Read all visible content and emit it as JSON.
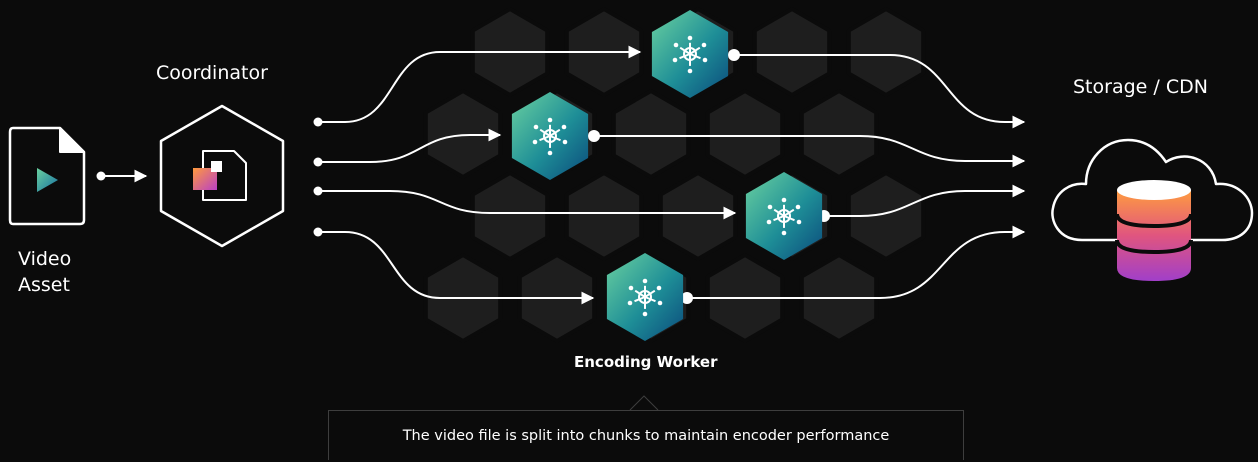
{
  "labels": {
    "video_line1": "Video",
    "video_line2": "Asset",
    "coordinator": "Coordinator",
    "storage": "Storage / CDN",
    "worker": "Encoding Worker"
  },
  "caption": "The video file is split into chunks to maintain encoder performance",
  "colors": {
    "background": "#0b0b0b",
    "honeycomb": "#1f1f1f",
    "worker_gradient": [
      "#62c99b",
      "#1c8f96",
      "#0c4f7d"
    ],
    "coordinator_accent": [
      "#ff9a3d",
      "#c146c4"
    ],
    "storage_gradient": [
      "#ff9c3f",
      "#e05c8a",
      "#a23fc8"
    ],
    "line": "#ffffff"
  },
  "icons": {
    "video": "play-file-icon",
    "coordinator": "document-split-icon",
    "worker": "hub-network-icon",
    "storage": "cloud-database-icon"
  }
}
